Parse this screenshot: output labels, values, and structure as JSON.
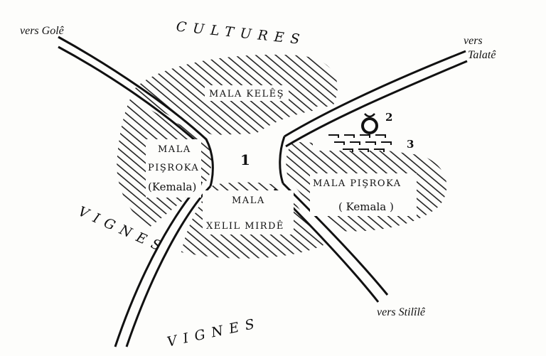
{
  "roads": {
    "to_gole": "vers Golê",
    "to_talate_line1": "vers",
    "to_talate_line2": "Talatê",
    "to_stilile": "vers Stilîlê"
  },
  "areas": {
    "cultures": "CULTURES",
    "vignes_left": "VIGNES",
    "vignes_bottom": "VIGNES"
  },
  "houses": {
    "mala_keles": "MALA KELÊŞ",
    "pisroka_left_line1": "MALA",
    "pisroka_left_line2": "PIŞROKA",
    "pisroka_left_line3": "(Kemala)",
    "pisroka_right_line1": "MALA PIŞROKA",
    "pisroka_right_line2": "( Kemala )",
    "xelil_line1": "MALA",
    "xelil_line2": "XELIL MIRDÊ"
  },
  "markers": {
    "center": "1",
    "symbol": "2",
    "ground": "3"
  },
  "colors": {
    "ink": "#111111",
    "paper": "#fdfdfb"
  }
}
